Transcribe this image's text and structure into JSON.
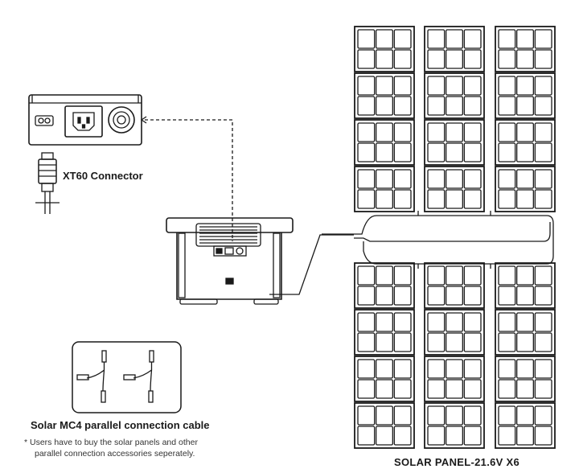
{
  "labels": {
    "xt60_connector": "XT60 Connector",
    "mc4_cable": "Solar MC4 parallel connection cable",
    "note_line1": "* Users have to buy the solar panels and other",
    "note_line2": "parallel connection accessories seperately.",
    "solar_panel": "SOLAR PANEL-21.6V  X6"
  },
  "colors": {
    "line": "#1a1a1a",
    "background": "#ffffff"
  }
}
